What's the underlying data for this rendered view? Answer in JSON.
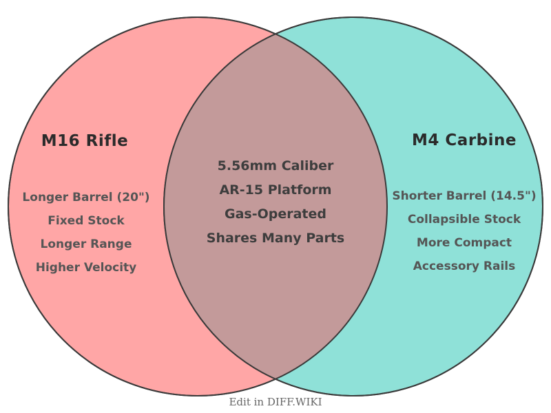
{
  "venn": {
    "left": {
      "title": "M16 Rifle",
      "color": "#ffa6a6",
      "items": [
        "Longer Barrel (20\")",
        "Fixed Stock",
        "Longer Range",
        "Higher Velocity"
      ]
    },
    "right": {
      "title": "M4 Carbine",
      "color": "#8fe1d8",
      "items": [
        "Shorter Barrel (14.5\")",
        "Collapsible Stock",
        "More Compact",
        "Accessory Rails"
      ]
    },
    "overlap": {
      "color": "#c39a9a",
      "items": [
        "5.56mm Caliber",
        "AR-15 Platform",
        "Gas-Operated",
        "Shares Many Parts"
      ]
    },
    "outline_color": "#3a3a3a"
  },
  "footer": {
    "caption": "Edit in DIFF.WIKI"
  }
}
